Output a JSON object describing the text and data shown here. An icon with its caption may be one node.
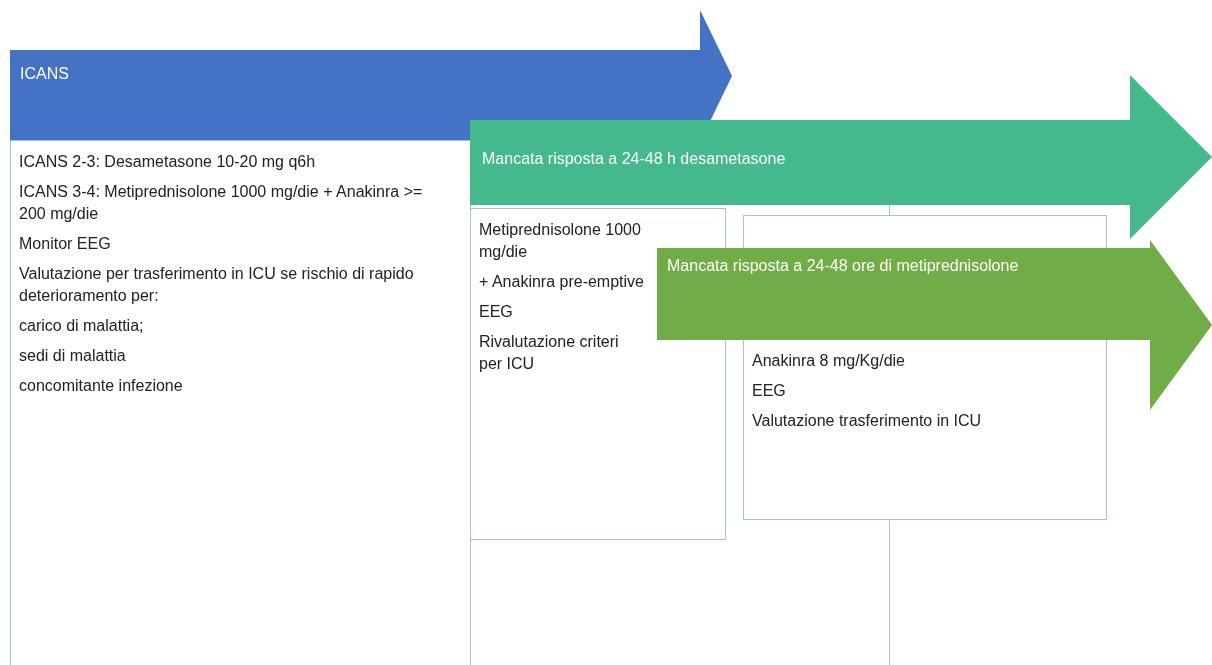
{
  "diagram": {
    "nodes": [
      {
        "text": [
          "ICANS"
        ]
      },
      {
        "text": [
          "ICANS 2-3:  Desametasone 10-20 mg q6h",
          "ICANS 3-4: Metiprednisolone 1000 mg/die + Anakinra  >= 200 mg/die",
          "Monitor EEG",
          "Valutazione per trasferimento in ICU se rischio di rapido deterioramento per:",
          "carico di malattia;",
          "sedi di malattia",
          "concomitante infezione"
        ]
      },
      {
        "text": [
          "Mancata risposta a 24-48 h desametasone"
        ]
      },
      {
        "text": [
          "Metiprednisolone 1000 mg/die",
          "+ Anakinra pre-emptive",
          "EEG",
          "Rivalutazione criteri per ICU"
        ]
      },
      {
        "text": [
          "Anakinra 8 mg/Kg/die",
          "EEG",
          "Valutazione trasferimento in ICU"
        ]
      },
      {
        "text": [
          "Mancata risposta a 24-48 ore di metiprednisolone"
        ]
      }
    ]
  }
}
